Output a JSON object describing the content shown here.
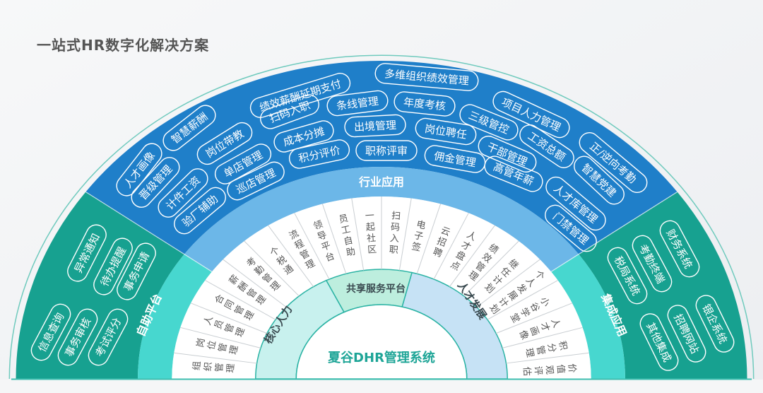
{
  "title": "一站式HR数字化解决方案",
  "center_label": "夏谷DHR管理系统",
  "core_ring": {
    "left": "核心人力",
    "middle": "共享服务平台",
    "right": "人才发展"
  },
  "band_labels": {
    "top": "行业应用",
    "left": "自助平台",
    "right": "集成应用"
  },
  "modules": [
    "组织管理",
    "岗位管理",
    "人员管理",
    "合同管理",
    "薪酬管理",
    "考勤管理",
    "个税通",
    "流程管理",
    "领导平台",
    "员工自助",
    "一起社区",
    "扫码入职",
    "电子签",
    "云招聘",
    "人才盘点",
    "绩效管理",
    "继任计划",
    "个人发展计划",
    "小谷学堂",
    "人才画像",
    "积分管理",
    "价值观评估"
  ],
  "industry_apps": [
    "人才画像",
    "智慧薪酬",
    "绩效薪酬延期支付",
    "多维组织绩效管理",
    "项目人力管理",
    "正/逆向考勤",
    "晋级管理",
    "岗位带教",
    "扫码入职",
    "条线管理",
    "年度考核",
    "三级管控",
    "工资总额",
    "智慧党建",
    "计件工资",
    "单店管理",
    "成本分摊",
    "出境管理",
    "岗位聘任",
    "干部管理",
    "人才库管理",
    "验厂辅助",
    "巡店管理",
    "积分评价",
    "职称评审",
    "佣金管理",
    "高管年薪",
    "门禁管理"
  ],
  "self_service": [
    "异常通知",
    "待办提醒",
    "事务申请",
    "信息查询",
    "事务审核",
    "考试评分"
  ],
  "integrations": [
    "财务系统",
    "考勤终端",
    "税局系统",
    "银企系统",
    "招聘网站",
    "其他集成"
  ],
  "colors": {
    "blue": "#1f7fc9",
    "light_blue": "#6cb7e8",
    "green": "#17a190",
    "cyan": "#47d7cf",
    "teal_text": "#1ea597",
    "core_left": "#c8f1ee",
    "core_mid": "#bdeede",
    "core_right": "#c6e2f5"
  }
}
